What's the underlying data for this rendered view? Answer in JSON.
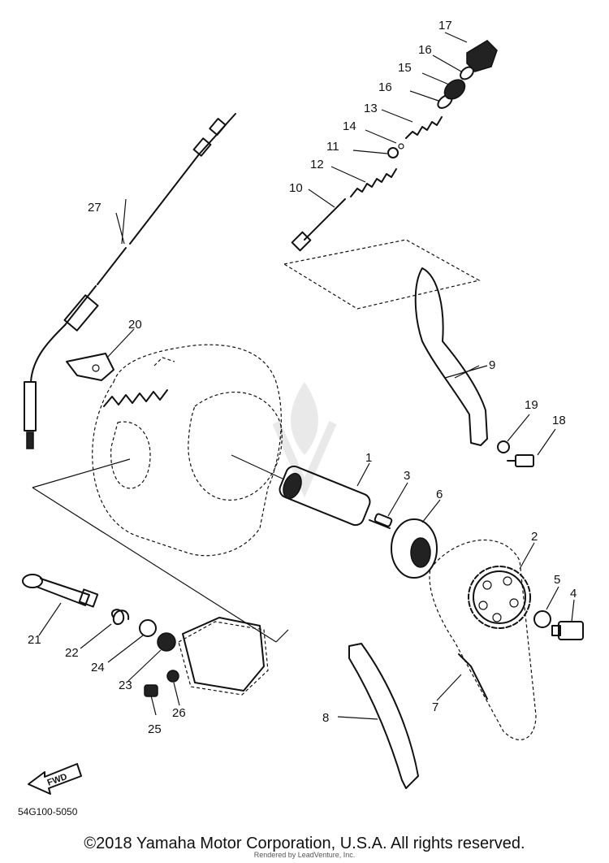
{
  "diagram": {
    "labels": {
      "p1": "1",
      "p2": "2",
      "p3": "3",
      "p4": "4",
      "p5": "5",
      "p6": "6",
      "p7": "7",
      "p8": "8",
      "p9": "9",
      "p10": "10",
      "p11": "11",
      "p12": "12",
      "p13": "13",
      "p14": "14",
      "p15": "15",
      "p16a": "16",
      "p16b": "16",
      "p17": "17",
      "p18": "18",
      "p19": "19",
      "p20": "20",
      "p21": "21",
      "p22": "22",
      "p23": "23",
      "p24": "24",
      "p25": "25",
      "p26": "26",
      "p27": "27"
    },
    "fwd": "FWD",
    "code": "54G100-5050",
    "watermark_icon": "flame-logo-icon"
  },
  "footer": {
    "copyright": "©2018 Yamaha Motor Corporation, U.S.A. All rights reserved.",
    "rendered": "Rendered by LeadVenture, Inc."
  }
}
